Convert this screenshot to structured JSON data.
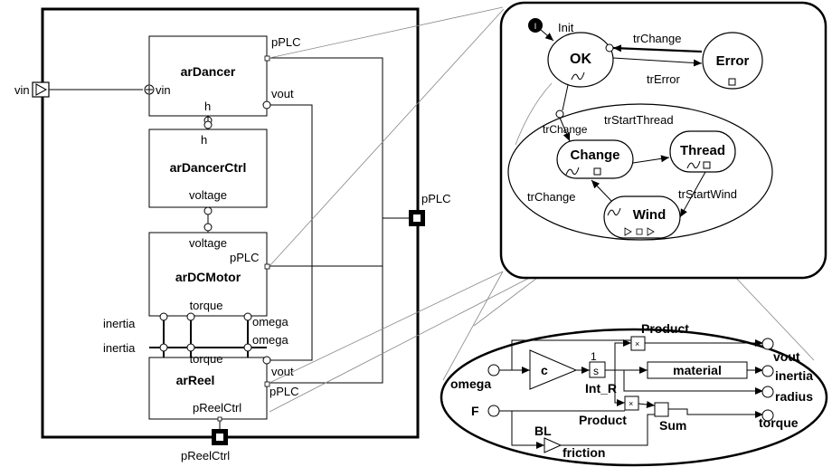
{
  "system": {
    "inputs": {
      "vin": "vin"
    },
    "ports": {
      "pPLC": "pPLC",
      "pReelCtrl": "pReelCtrl"
    },
    "blocks": {
      "arDancer": {
        "title": "arDancer",
        "vin": "vin",
        "pPLC": "pPLC",
        "vout": "vout",
        "h_top": "h",
        "h_bottom": "h"
      },
      "arDancerCtrl": {
        "title": "arDancerCtrl",
        "voltage": "voltage"
      },
      "arDCMotor": {
        "title": "arDCMotor",
        "voltage": "voltage",
        "pPLC": "pPLC",
        "torque": "torque",
        "omega": "omega"
      },
      "arReel": {
        "title": "arReel",
        "omega": "omega",
        "torque": "torque",
        "vout": "vout",
        "pPLC": "pPLC",
        "pReelCtrl": "pReelCtrl"
      }
    },
    "labels": {
      "inertia_top": "inertia",
      "inertia_bottom": "inertia"
    }
  },
  "statechart": {
    "init": "Init",
    "states": {
      "ok": "OK",
      "error": "Error",
      "change": "Change",
      "thread": "Thread",
      "wind": "Wind"
    },
    "transitions": {
      "trChange": "trChange",
      "trError": "trError",
      "trChange2": "trChange",
      "trStartThread": "trStartThread",
      "trChange3": "trChange",
      "trStartWind": "trStartWind"
    }
  },
  "blockdiagram": {
    "inputs": {
      "omega": "omega",
      "F": "F"
    },
    "outputs": {
      "vout": "vout",
      "inertia": "inertia",
      "radius": "radius",
      "torque": "torque"
    },
    "blocks": {
      "gain": "c",
      "integrator_num": "1",
      "integrator_den": "s",
      "integrator_name": "Int_R",
      "product1": "Product",
      "product2": "Product",
      "material": "material",
      "sum": "Sum",
      "bl": "BL",
      "friction": "friction",
      "times": "×"
    }
  }
}
